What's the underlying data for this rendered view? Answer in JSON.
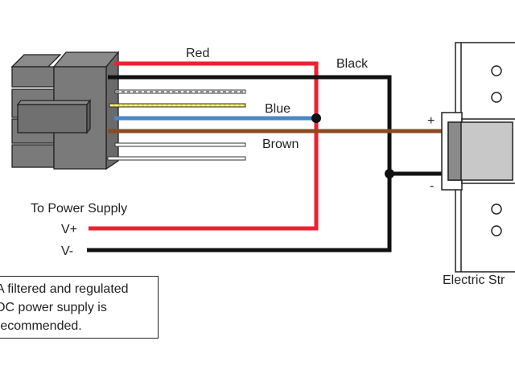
{
  "diagram": {
    "title": "Electric strike wiring to power supply",
    "wire_labels": {
      "red": "Red",
      "black": "Black",
      "blue": "Blue",
      "brown": "Brown"
    },
    "power_supply": {
      "heading": "To Power Supply",
      "positive": "V+",
      "negative": "V-"
    },
    "strike": {
      "label": "Electric Str",
      "plus": "+",
      "minus": "-"
    },
    "note_lines": [
      "A filtered and regulated",
      "DC power supply is",
      "recommended."
    ],
    "colors": {
      "red": "#ee2030",
      "black": "#111111",
      "blue": "#4a86c8",
      "brown": "#8a4a22",
      "yellow": "#e8e040",
      "connector": "#7a7a7a",
      "strike_body": "#c8c8c8"
    }
  }
}
